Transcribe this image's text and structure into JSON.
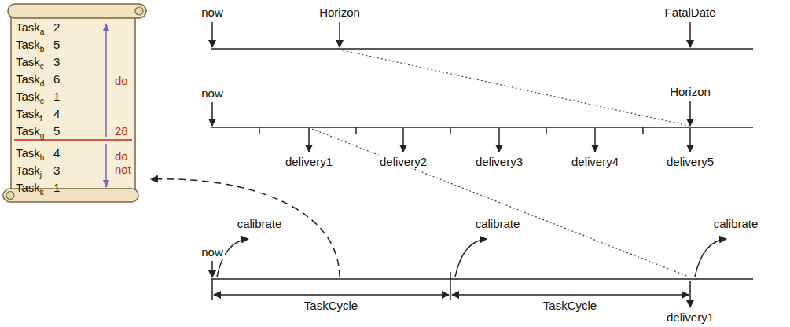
{
  "diagram": {
    "nodes": [
      {
        "text": [
          "Taska",
          "2",
          "Taskb",
          "5",
          "Taskc",
          "3",
          "Taskd",
          "6",
          "Taske",
          "1",
          "Taskf",
          "4",
          "Taskg",
          "5",
          "Taskh",
          "4",
          "Taskj",
          "3",
          "Taskk",
          "1",
          "do",
          "26",
          "do not"
        ]
      }
    ],
    "labels": [
      "now",
      "Horizon",
      "FatalDate",
      "now",
      "Horizon",
      "delivery1",
      "delivery2",
      "delivery3",
      "delivery4",
      "delivery5",
      "now",
      "calibrate",
      "calibrate",
      "calibrate",
      "TaskCycle",
      "TaskCycle",
      "delivery1"
    ]
  }
}
